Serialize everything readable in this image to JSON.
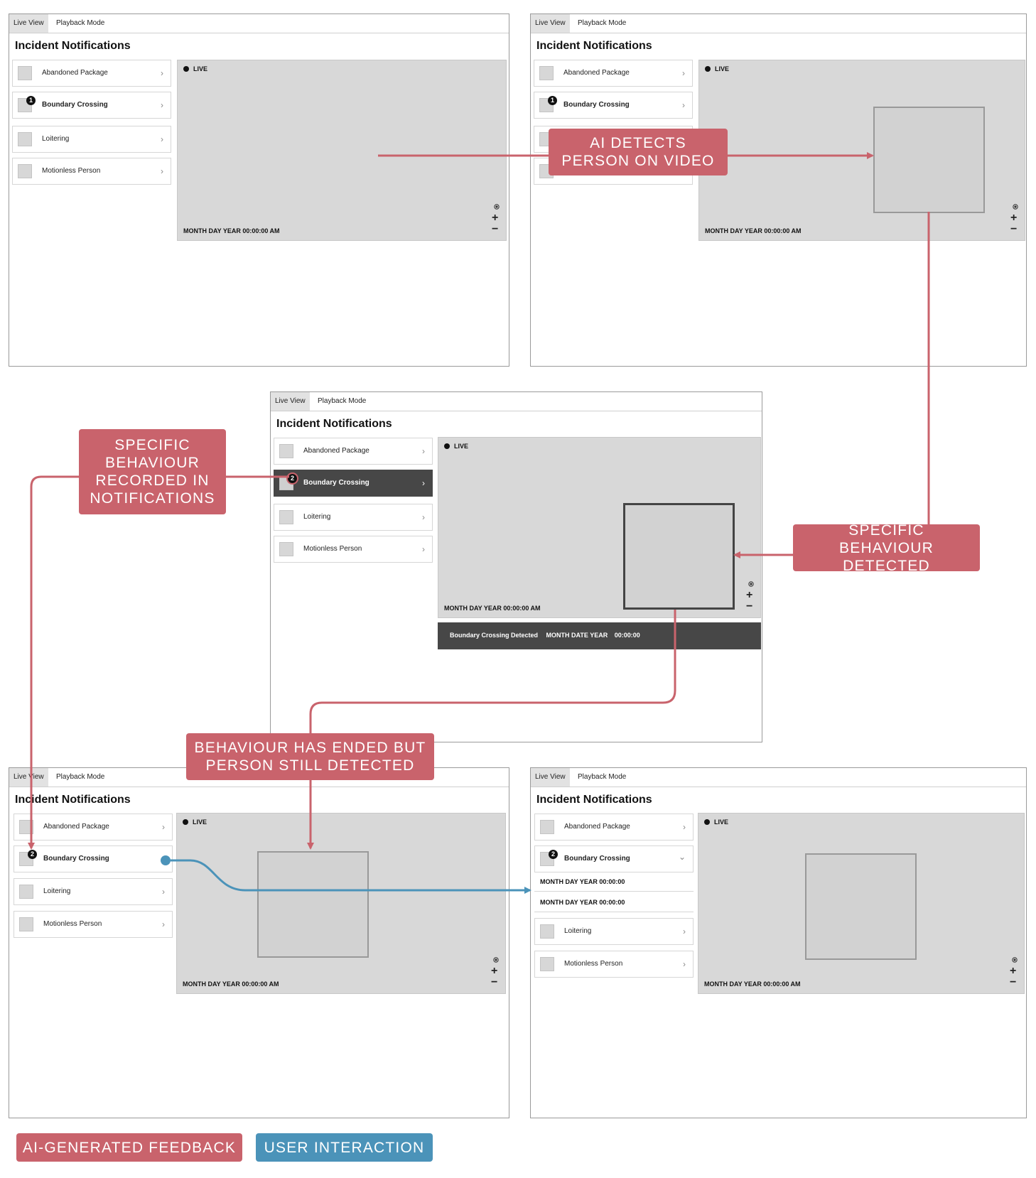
{
  "colors": {
    "ai_feedback": "#c9636c",
    "user_interaction": "#4b93b9"
  },
  "tabs": {
    "live": "Live View",
    "playback": "Playback Mode"
  },
  "title": "Incident Notifications",
  "items": {
    "abandoned": "Abandoned Package",
    "boundary": "Boundary Crossing",
    "loitering": "Loitering",
    "motionless": "Motionless Person"
  },
  "live_label": "LIVE",
  "timestamp": "MONTH DAY YEAR 00:00:00 AM",
  "sub_timestamp": "MONTH DAY YEAR 00:00:00",
  "alert": {
    "text": "Boundary Crossing Detected",
    "date": "MONTH DATE YEAR",
    "time": "00:00:00"
  },
  "badges": {
    "one": "1",
    "two": "2"
  },
  "icons": {
    "chevron_right": "›",
    "chevron_down": "⌄",
    "zoom_in": "+",
    "zoom_out": "−",
    "locate": "locate-icon"
  },
  "callouts": {
    "ai_detects": "AI DETECTS PERSON ON VIDEO",
    "behaviour_detected": "SPECIFIC BEHAVIOUR DETECTED",
    "recorded": "SPECIFIC BEHAVIOUR RECORDED IN NOTIFICATIONS",
    "ended": "BEHAVIOUR HAS ENDED BUT PERSON STILL DETECTED"
  },
  "legend": {
    "ai": "AI-GENERATED FEEDBACK",
    "user": "USER INTERACTION"
  }
}
